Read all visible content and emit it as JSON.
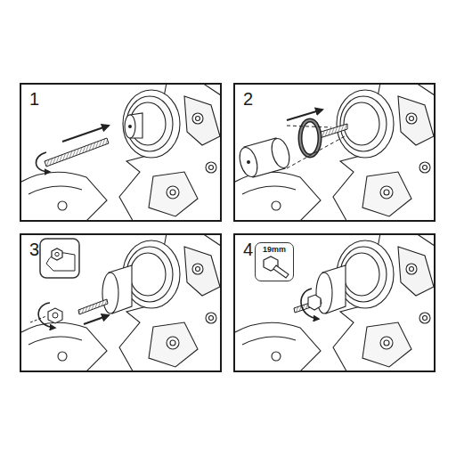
{
  "diagram": {
    "nodes": [
      {
        "text": [
          "1"
        ]
      },
      {
        "text": [
          "2"
        ]
      },
      {
        "text": [
          "3"
        ]
      },
      {
        "text": [
          "4"
        ]
      },
      {
        "text": [
          "19mm"
        ],
        "in": 3
      }
    ]
  }
}
